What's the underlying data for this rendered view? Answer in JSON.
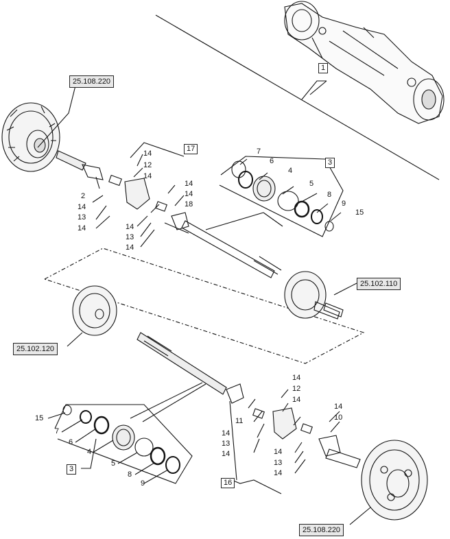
{
  "references": {
    "top_left": "25.108.220",
    "middle_right": "25.102.110",
    "middle_left": "25.102.120",
    "bottom_right": "25.108.220"
  },
  "callout_boxes": {
    "assembly": "1",
    "upper_shaft": "17",
    "upper_seals": "3",
    "lower_seals": "3",
    "lower_shaft": "16"
  },
  "upper_shaft_labels": [
    "14",
    "12",
    "14",
    "2",
    "14",
    "13",
    "14",
    "14",
    "14",
    "18",
    "14",
    "13",
    "14"
  ],
  "upper_seal_labels": [
    "7",
    "6",
    "4",
    "5",
    "8",
    "9",
    "15"
  ],
  "lower_shaft_labels": [
    "14",
    "12",
    "14",
    "11",
    "14",
    "13",
    "14",
    "14",
    "10",
    "14",
    "13",
    "14"
  ],
  "lower_seal_labels": [
    "15",
    "7",
    "6",
    "4",
    "5",
    "8",
    "9"
  ]
}
